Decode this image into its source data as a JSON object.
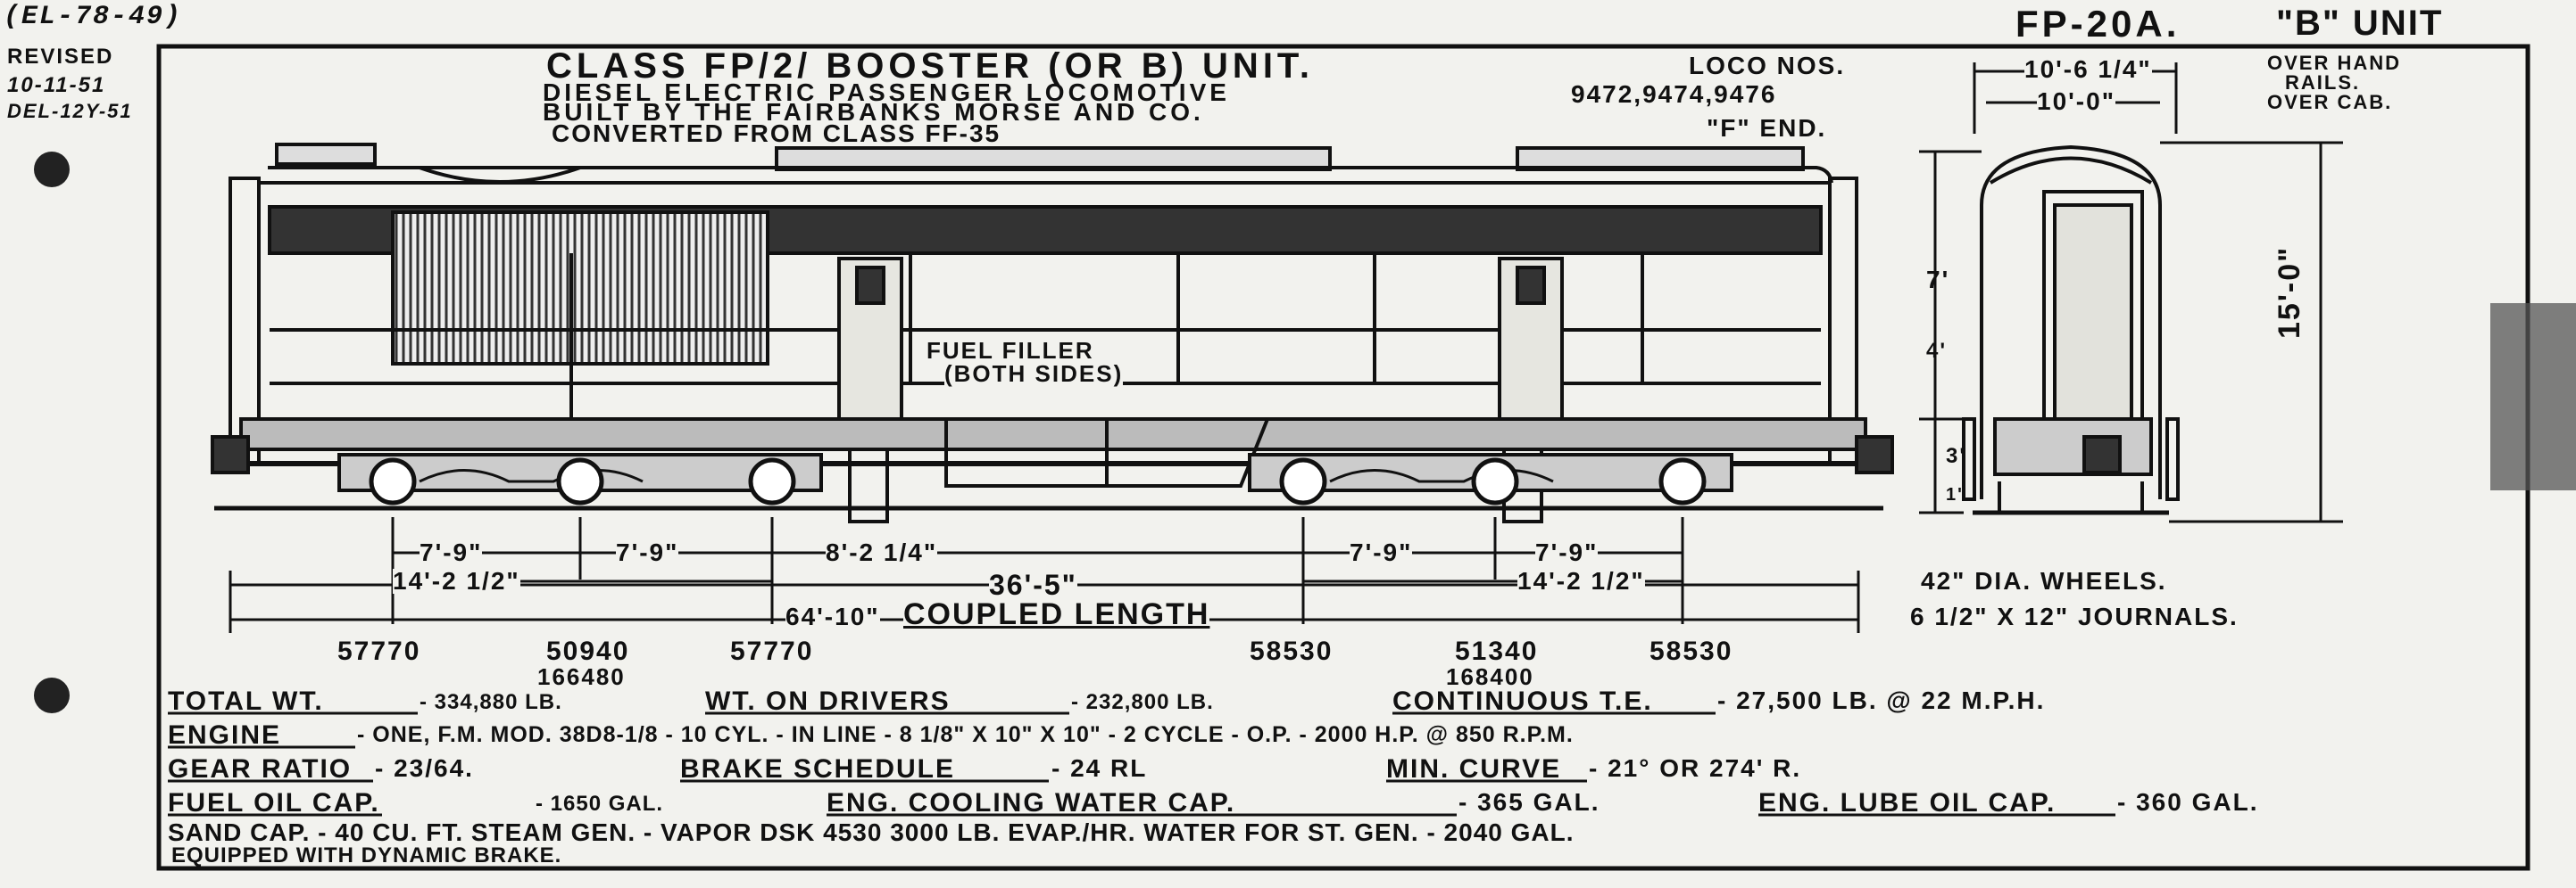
{
  "sheet": {
    "drawing_no": "(EL-78-49)",
    "revised_1": "REVISED",
    "revised_2": "10-11-51",
    "revised_3": "DEL-12Y-51",
    "header_right": "FP-20A.",
    "header_unit": "\"B\" UNIT"
  },
  "title_block": {
    "line1": "CLASS FP/2/ BOOSTER (OR B) UNIT.",
    "line2": "DIESEL ELECTRIC PASSENGER LOCOMOTIVE",
    "line3": "BUILT BY THE FAIRBANKS MORSE AND CO.",
    "line4": "CONVERTED FROM CLASS FF-35",
    "loco_label": "LOCO NOS.",
    "loco_numbers": "9472,9474,9476",
    "f_end": "\"F\" END."
  },
  "side_view": {
    "fuel_filler_1": "FUEL FILLER",
    "fuel_filler_2": "(BOTH SIDES)",
    "height_top": "7'",
    "height_mid": "4'",
    "height_low": "3'",
    "height_small": "1'"
  },
  "dimensions": {
    "axle_spacing_a": "7'-9\"",
    "axle_spacing_b": "7'-9\"",
    "truck_centers_spacing": "8'-2 1/4\"",
    "axle_spacing_c": "7'-9\"",
    "axle_spacing_d": "7'-9\"",
    "truck_wheelbase_left": "14'-2 1/2\"",
    "truck_wheelbase_right": "14'-2 1/2\"",
    "over_body": "36'-5\"",
    "coupled_length_value": "64'-10\"",
    "coupled_length_label": "COUPLED LENGTH"
  },
  "axle_loads": {
    "a1": "57770",
    "a2": "50940",
    "a2_sub": "166480",
    "a3": "57770",
    "a4": "58530",
    "a5": "51340",
    "a5_sub": "168400",
    "a6": "58530"
  },
  "end_view": {
    "width_handrails": "10'-6 1/4\"",
    "width_cab": "10'-0\"",
    "label_handrails_1": "OVER HAND",
    "label_handrails_2": "RAILS.",
    "label_cab": "OVER CAB.",
    "height": "15'-0\""
  },
  "wheels": {
    "line1": "42\" DIA. WHEELS.",
    "line2": "6 1/2\" X 12\" JOURNALS."
  },
  "specs": {
    "row1_label1": "TOTAL WT.",
    "row1_val1": "- 334,880 LB.",
    "row1_label2": "WT. ON DRIVERS",
    "row1_val2": "- 232,800 LB.",
    "row1_label3": "CONTINUOUS T.E.",
    "row1_val3": "- 27,500 LB. @ 22 M.P.H.",
    "row2_label": "ENGINE",
    "row2_val": "- ONE, F.M. MOD. 38D8-1/8 - 10 CYL. - IN LINE - 8 1/8\" X 10\" X 10\" - 2 CYCLE - O.P. - 2000 H.P. @ 850 R.P.M.",
    "row3_label1": "GEAR RATIO",
    "row3_val1": "- 23/64.",
    "row3_label2": "BRAKE SCHEDULE",
    "row3_val2": "- 24 RL",
    "row3_label3": "MIN. CURVE",
    "row3_val3": "- 21° OR 274' R.",
    "row4_label1": "FUEL OIL CAP.",
    "row4_val1": "- 1650 GAL.",
    "row4_label2": "ENG. COOLING WATER CAP.",
    "row4_val2": "- 365 GAL.",
    "row4_label3": "ENG. LUBE OIL CAP.",
    "row4_val3": "- 360 GAL.",
    "row5_val": "SAND CAP. - 40 CU. FT.  STEAM GEN. - VAPOR DSK 4530  3000 LB. EVAP./HR.  WATER FOR ST. GEN. - 2040 GAL.",
    "row6_val": "EQUIPPED WITH DYNAMIC BRAKE."
  }
}
